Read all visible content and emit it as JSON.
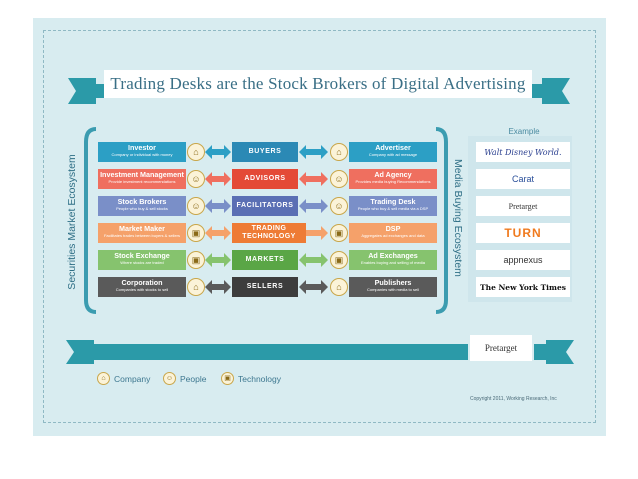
{
  "title": "Trading Desks are the Stock Brokers of Digital Advertising",
  "left_ecosystem_label": "Securities Market Ecosystem",
  "right_ecosystem_label": "Media Buying Ecosystem",
  "example_label": "Example",
  "rows": [
    {
      "left_title": "Investor",
      "left_sub": "Company or individual with money",
      "center": "BUYERS",
      "right_title": "Advertiser",
      "right_sub": "Company with ad message",
      "left_color": "#2c9fc5",
      "center_color": "#2b89b5",
      "right_color": "#2c9fc5",
      "icon": "company-icon",
      "glyph": "⌂"
    },
    {
      "left_title": "Investment Management",
      "left_sub": "Provide investment recommendations",
      "center": "ADVISORS",
      "right_title": "Ad Agency",
      "right_sub": "Provides media buying Recommendations",
      "left_color": "#ef6f5f",
      "center_color": "#e44a37",
      "right_color": "#ef6f5f",
      "icon": "people-icon",
      "glyph": "☺"
    },
    {
      "left_title": "Stock Brokers",
      "left_sub": "People who buy & sell stocks",
      "center": "FACILITATORS",
      "right_title": "Trading Desk",
      "right_sub": "People who buy & sell media via a DSP",
      "left_color": "#7a8fc8",
      "center_color": "#5a6fb4",
      "right_color": "#7a8fc8",
      "icon": "people-icon",
      "glyph": "☺"
    },
    {
      "left_title": "Market Maker",
      "left_sub": "Facilitates trades between buyers & sellers",
      "center": "TRADING TECHNOLOGY",
      "right_title": "DSP",
      "right_sub": "Aggregates ad exchanges and data",
      "left_color": "#f5a16a",
      "center_color": "#ee7b35",
      "right_color": "#f5a16a",
      "icon": "technology-icon",
      "glyph": "▣"
    },
    {
      "left_title": "Stock Exchange",
      "left_sub": "Where stocks are traded",
      "center": "MARKETS",
      "right_title": "Ad Exchanges",
      "right_sub": "Enables buying and selling of media",
      "left_color": "#86c36e",
      "center_color": "#5aa646",
      "right_color": "#86c36e",
      "icon": "technology-icon",
      "glyph": "▣"
    },
    {
      "left_title": "Corporation",
      "left_sub": "Companies with stocks to sell",
      "center": "SELLERS",
      "right_title": "Publishers",
      "right_sub": "Companies with media to sell",
      "left_color": "#5a5a5a",
      "center_color": "#3d3d3d",
      "right_color": "#5a5a5a",
      "icon": "company-icon",
      "glyph": "⌂"
    }
  ],
  "examples": [
    {
      "name": "Walt Disney World.",
      "icon": "disney-logo"
    },
    {
      "name": "Carat",
      "icon": "carat-logo"
    },
    {
      "name": "Pretarget",
      "icon": "pretarget-logo"
    },
    {
      "name": "TURN",
      "icon": "turn-logo"
    },
    {
      "name": "appnexus",
      "icon": "appnexus-logo"
    },
    {
      "name": "The New York Times",
      "icon": "nyt-logo"
    }
  ],
  "bottom_logo": "Pretarget",
  "legend": [
    {
      "label": "Company",
      "icon": "company-icon",
      "glyph": "⌂"
    },
    {
      "label": "People",
      "icon": "people-icon",
      "glyph": "☺"
    },
    {
      "label": "Technology",
      "icon": "technology-icon",
      "glyph": "▣"
    }
  ],
  "copyright": "Copyright 2011, Working Research, Inc",
  "colors": {
    "ribbon": "#2b9aa8",
    "ribbon_dark": "#1f6f7a",
    "bracket": "#3b9cb0",
    "panel": "#d8ecf0"
  }
}
